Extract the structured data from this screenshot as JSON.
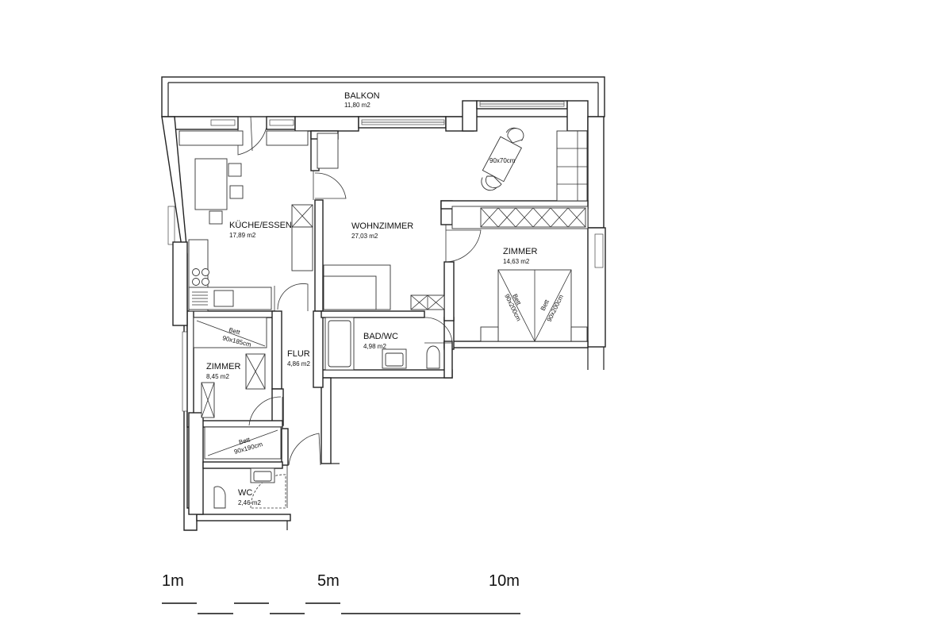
{
  "rooms": {
    "balkon": {
      "name": "BALKON",
      "area": "11,80 m2"
    },
    "kueche": {
      "name": "KÜCHE/ESSEN",
      "area": "17,89 m2"
    },
    "wohn": {
      "name": "WOHNZIMMER",
      "area": "27,03 m2"
    },
    "zimmer_r": {
      "name": "ZIMMER",
      "area": "14,63 m2"
    },
    "bad": {
      "name": "BAD/WC",
      "area": "4,98 m2"
    },
    "flur": {
      "name": "FLUR",
      "area": "4,86 m2"
    },
    "zimmer_l": {
      "name": "ZIMMER",
      "area": "8,45 m2"
    },
    "wc": {
      "name": "WC",
      "area": "2,46 m2"
    }
  },
  "furniture": {
    "table_size": "90x70cm",
    "bed_word": "Bett",
    "bed_small_1_size": "90x185cm",
    "bed_small_2_size": "90x190cm",
    "bed_double_size": "90x200cm"
  },
  "scale": {
    "label_1m": "1m",
    "label_5m": "5m",
    "label_10m": "10m"
  }
}
